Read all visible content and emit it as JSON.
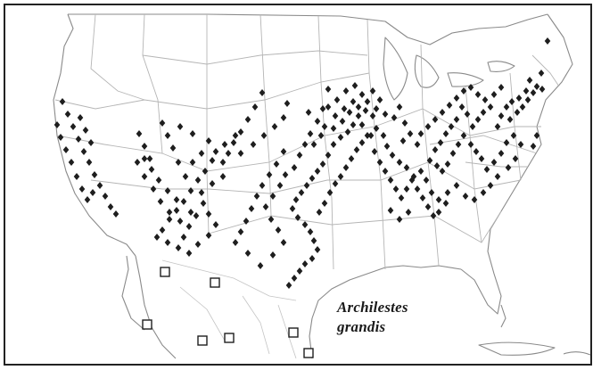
{
  "map": {
    "region": "contiguous-united-states-and-northern-mexico",
    "border_color": "#222222",
    "outline_color": "#8a8a8a",
    "state_line_color": "#b5b5b5",
    "marker_color": "#1e1e1e",
    "legend": {
      "genus": "Archilestes",
      "species": "grandis"
    },
    "marker_types": {
      "record": "filled-diamond",
      "other_record": "open-square"
    }
  }
}
